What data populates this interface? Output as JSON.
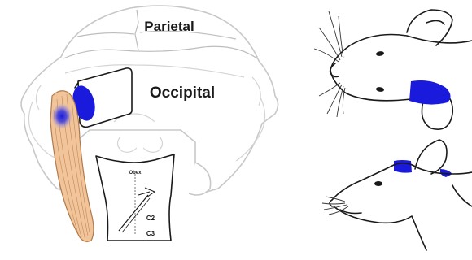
{
  "labels": {
    "parietal": "Parietal",
    "occipital": "Occipital",
    "obex": "Obex",
    "c2": "C2",
    "c3": "C3"
  },
  "colors": {
    "highlight_blue": "#1a1adc",
    "muscle_orange": "#f2c49a",
    "muscle_outline": "#b07a4a",
    "outline_dark": "#1a1a1a",
    "bone_gray": "#c8c8c8"
  }
}
